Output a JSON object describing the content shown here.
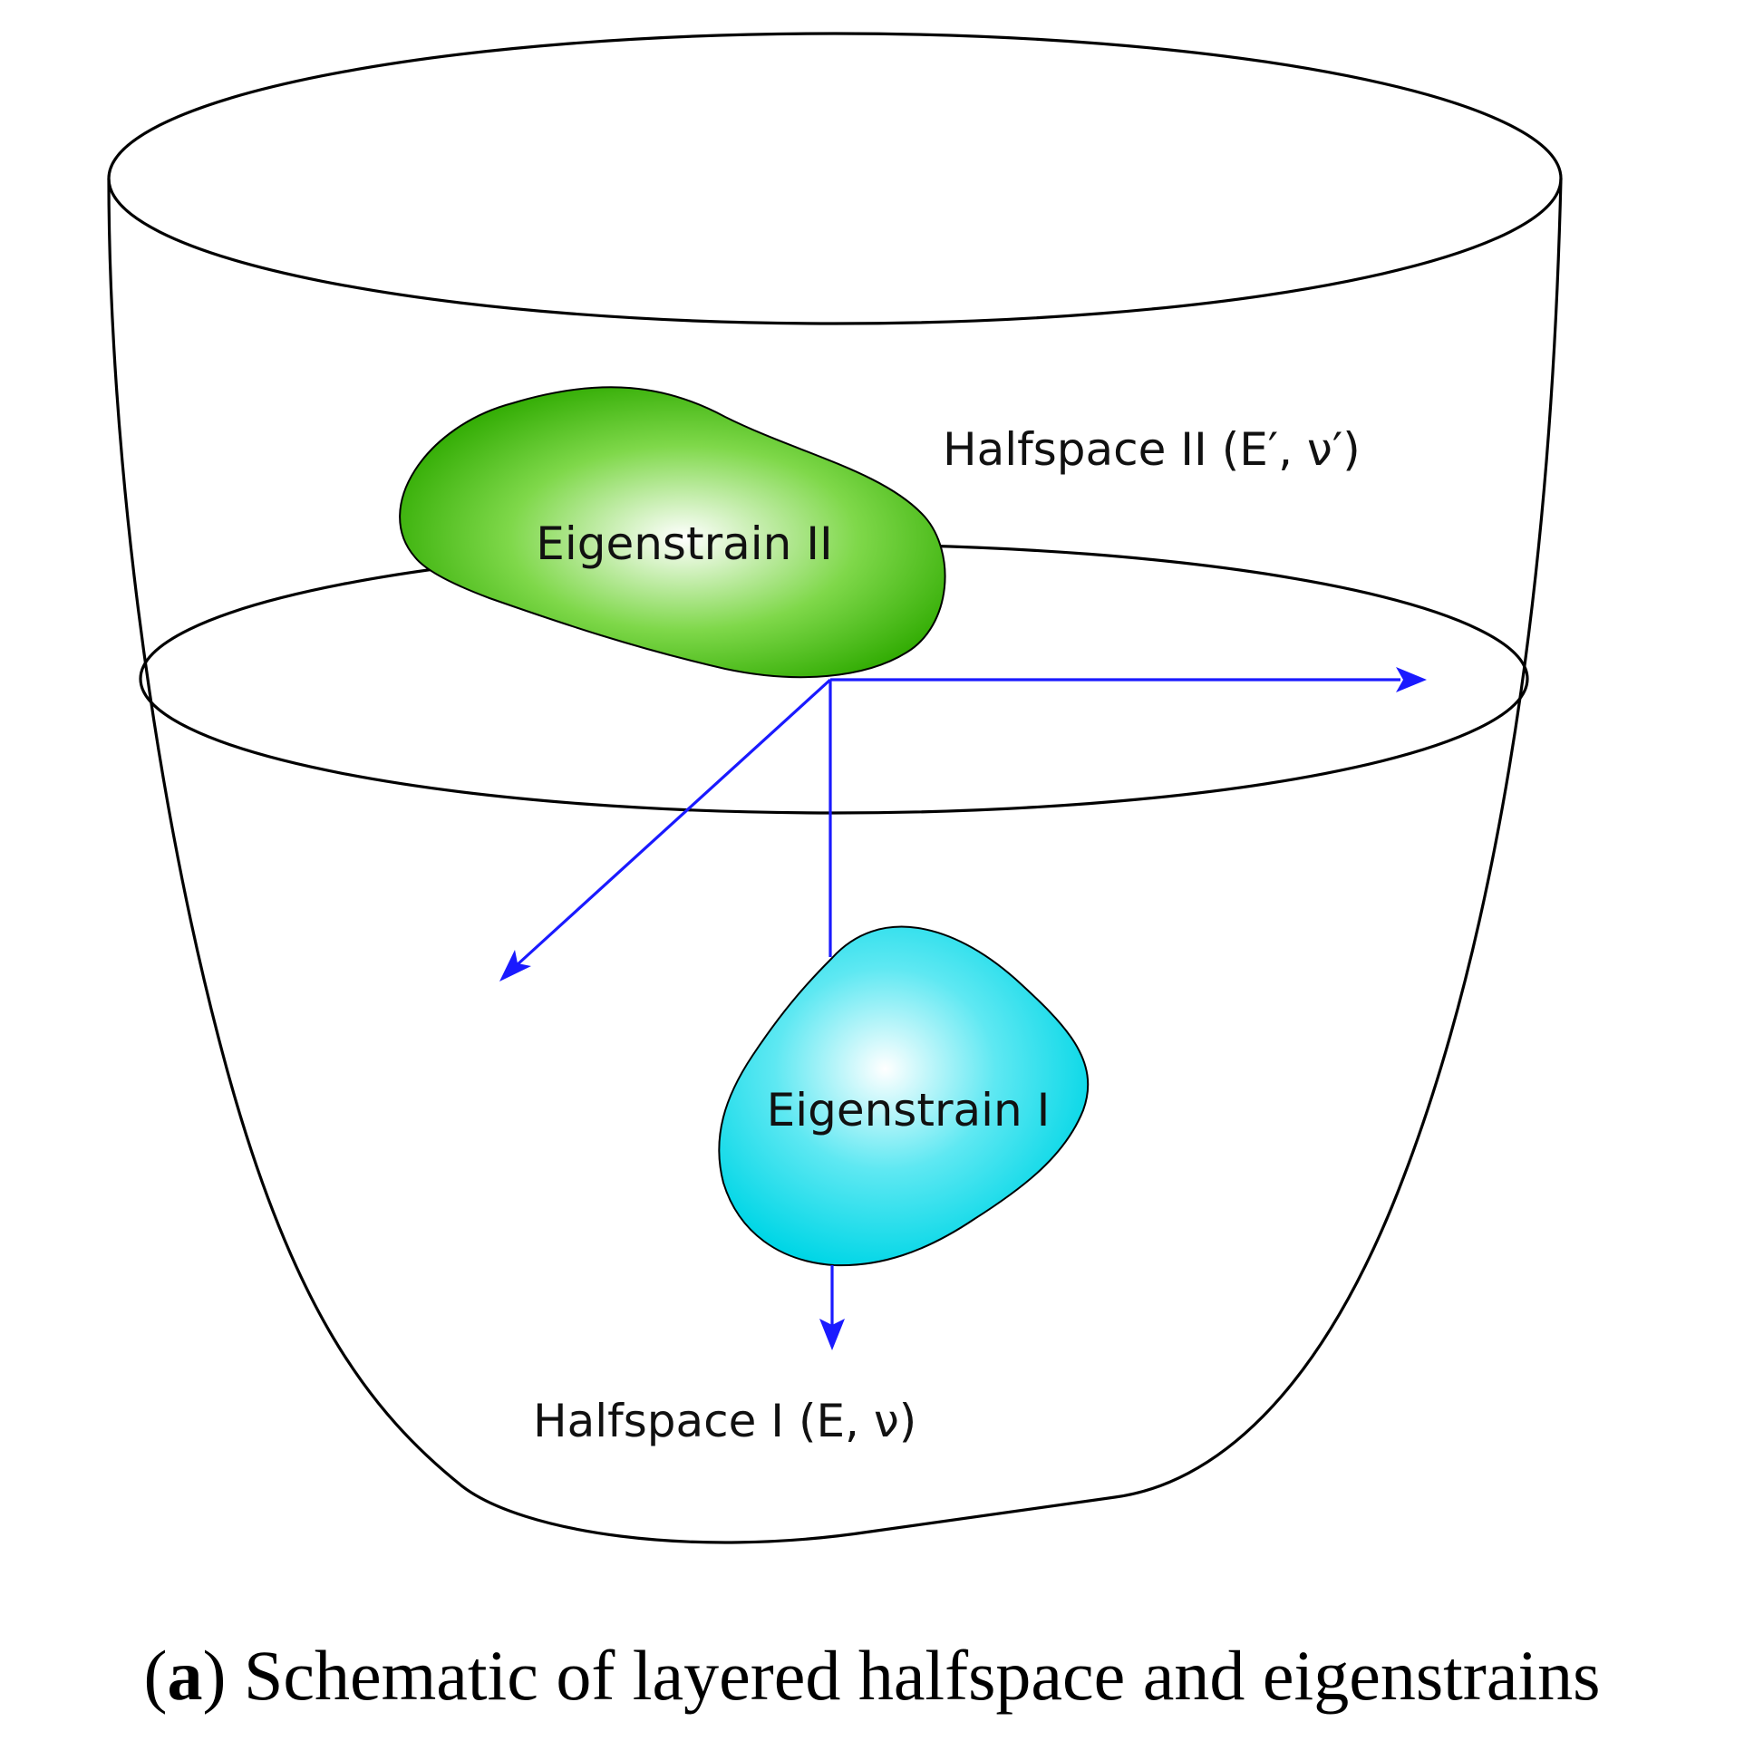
{
  "labels": {
    "halfspace_top": "Halfspace II (E′, ν′)",
    "halfspace_bottom": "Halfspace I (E, ν)",
    "eigenstrain_top": "Eigenstrain II",
    "eigenstrain_bottom": "Eigenstrain I"
  },
  "caption": {
    "open_paren": "(",
    "letter": "a",
    "text": ") Schematic of layered halfspace and eigenstrains"
  },
  "colors": {
    "axis": "#1a1aff",
    "eigenstrain_top": "#33b500",
    "eigenstrain_bottom": "#00d9e8"
  }
}
